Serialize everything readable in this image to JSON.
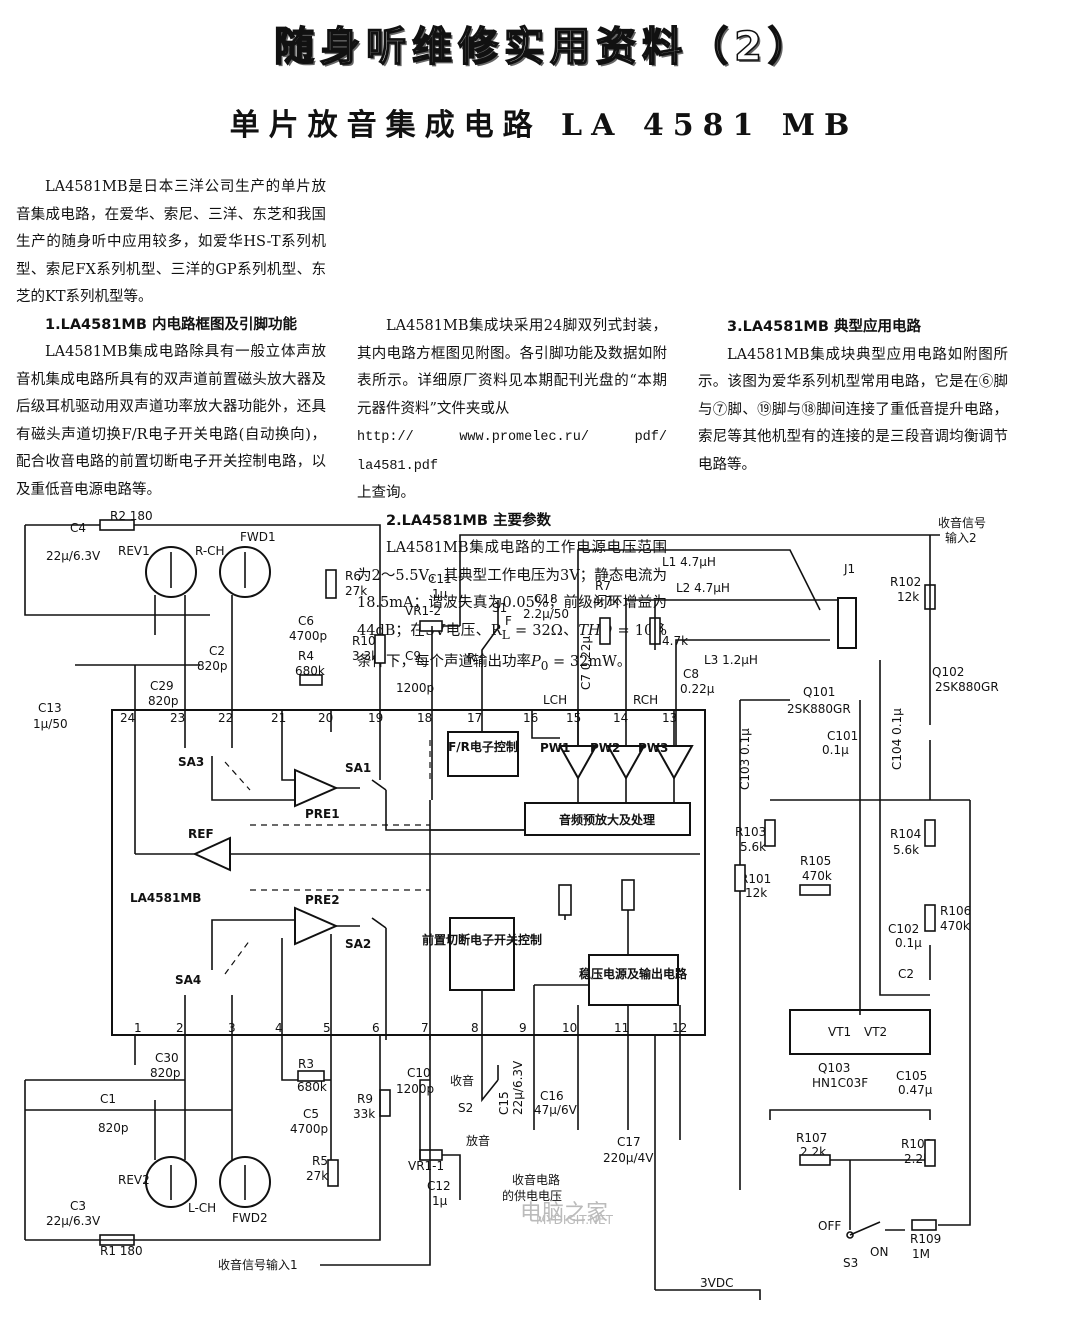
{
  "header": {
    "title": "随身听维修实用资料（2）",
    "subtitle": "单片放音集成电路 LA 4581 MB"
  },
  "article": {
    "p1": "LA4581MB是日本三洋公司生产的单片放音集成电路，在爱华、索尼、三洋、东芝和我国生产的随身听中应用较多，如爱华HS-T系列机型、索尼FX系列机型、三洋的GP系列机型、东芝的KT系列机型等。",
    "h1": "1.LA4581MB 内电路框图及引脚功能",
    "p2": "LA4581MB集成电路除具有一般立体声放音机集成电路所具有的双声道前置磁头放大器及后级耳机驱动用双声道功率放大器功能外，还具有磁头声道切换F/R电子开关电路(自动换向)，配合收音电路的前置切断电子开关控制电路，以及重低音电源电路等。",
    "p3": "LA4581MB集成块采用24脚双列式封装，其内电路方框图见附图。各引脚功能及数据如附表所示。详细原厂资料见本期配刊光盘的“本期元器件资料”文件夹或从",
    "url": "http:// www.promelec.ru/ pdf/ la4581.pdf",
    "p3b": "上查询。",
    "h2": "2.LA4581MB 主要参数",
    "p4": "LA4581MB集成电路的工作电源电压范围为2～5.5V，其典型工作电压为3V；静态电流为18.5mA；谐波失真为0.05%；前级闭环增益为44dB；在3V电压、R",
    "p4_sub": "L",
    "p4b": " = 32Ω、",
    "p4_thd": "THD",
    "p4c": " = 10%条件下，每个声道输出功率",
    "p4_p": "P",
    "p4_psub": "0",
    "p4d": " = 32mW。",
    "h3": "3.LA4581MB 典型应用电路",
    "p5": "LA4581MB集成块典型应用电路如附图所示。该图为爱华系列机型常用电路，它是在⑥脚与⑦脚、⑲脚与⑱脚间连接了重低音提升电路，索尼等其他机型有的连接的是三段音调均衡调节电路等。"
  },
  "schematic": {
    "chip_name": "LA4581MB",
    "blocks": {
      "fr": "F/R电子控制",
      "preamp": "音频预放大及处理",
      "cutoff": "前置切断电子开关控制",
      "regulator": "稳压电源及输出电路"
    },
    "amps": {
      "pre1": "PRE1",
      "pre2": "PRE2",
      "ref": "REF",
      "pw1": "PW1",
      "pw2": "PW2",
      "pw3": "PW3"
    },
    "switches": {
      "sa1": "SA1",
      "sa2": "SA2",
      "sa3": "SA3",
      "sa4": "SA4"
    },
    "pins_top": [
      "24",
      "23",
      "22",
      "21",
      "20",
      "19",
      "18",
      "17",
      "16",
      "15",
      "14",
      "13"
    ],
    "pins_bottom": [
      "1",
      "2",
      "3",
      "4",
      "5",
      "6",
      "7",
      "8",
      "9",
      "10",
      "11",
      "12"
    ],
    "labels": {
      "c4": "C4",
      "c4v": "22μ/6.3V",
      "r2": "R2 180",
      "rev1": "REV1",
      "rch": "R-CH",
      "fwd1": "FWD1",
      "r6": "R6",
      "r6v": "27k",
      "c6": "C6",
      "c6v": "4700p",
      "r4": "R4",
      "r4v": "680k",
      "c2": "C2",
      "c2v": "820p",
      "c29": "C29",
      "c29v": "820p",
      "c13": "C13",
      "c13v": "1μ/50",
      "r10": "R10",
      "r10v": "3.3k",
      "c11": "C11",
      "c11v": "1μ",
      "vr12": "VR1-2",
      "c9": "C9",
      "c9v": "1200p",
      "s1": "S1",
      "s1f": "F",
      "s1r": "R",
      "c18": "C18",
      "c18v": "2.2μ/50",
      "r7": "R7",
      "r7v": "4.7k",
      "c7": "C7 0.22μ",
      "lch": "LCH",
      "r8": "R8",
      "r8v": "4.7k",
      "c8": "C8",
      "c8v": "0.22μ",
      "rch2": "RCH",
      "l1": "L1 4.7μH",
      "l2": "L2 4.7μH",
      "l3": "L3 1.2μH",
      "j1": "J1",
      "radio_in2": "收音信号",
      "radio_in2b": "输入2",
      "r102": "R102",
      "r102v": "12k",
      "q102": "Q102",
      "q102v": "2SK880GR",
      "q101": "Q101",
      "q101v": "2SK880GR",
      "c101": "C101",
      "c101v": "0.1μ",
      "c103": "C103 0.1μ",
      "c104": "C104 0.1μ",
      "r103": "R103",
      "r103v": "5.6k",
      "r104": "R104",
      "r104v": "5.6k",
      "r101": "R101",
      "r101v": "12k",
      "r105": "R105",
      "r105v": "470k",
      "r106": "R106",
      "r106v": "470k",
      "c102": "C102",
      "c102v": "0.1μ",
      "c2b": "C2",
      "vt1": "VT1",
      "vt2": "VT2",
      "q103": "Q103",
      "q103v": "HN1C03F",
      "c105": "C105",
      "c105v": "0.47μ",
      "r107": "R107",
      "r107v": "2.2k",
      "r108": "R108",
      "r108v": "2.2k",
      "off": "OFF",
      "on": "ON",
      "s3": "S3",
      "r109": "R109",
      "r109v": "1M",
      "c30": "C30",
      "c30v": "820p",
      "c1": "C1",
      "c1v": "820p",
      "r3": "R3",
      "r3v": "680k",
      "c5": "C5",
      "c5v": "4700p",
      "r5": "R5",
      "r5v": "27k",
      "r9": "R9",
      "r9v": "33k",
      "c10": "C10",
      "c10v": "1200p",
      "vr11": "VR1-1",
      "c12": "C12",
      "c12v": "1μ",
      "radio": "收音",
      "play": "放音",
      "s2": "S2",
      "c15": "C15",
      "c15v": "22μ/6.3V",
      "c16": "C16",
      "c16v": "47μ/6V",
      "c17": "C17",
      "c17v": "220μ/4V",
      "radio_power": "收音电路",
      "radio_power2": "的供电电压",
      "rev2": "REV2",
      "lch2": "L-CH",
      "fwd2": "FWD2",
      "c3": "C3",
      "c3v": "22μ/6.3V",
      "r1": "R1 180",
      "radio_in1": "收音信号输入1",
      "vdc": "3VDC",
      "watermark": "电脑之家",
      "watermark2": "MYDIGIT.NET"
    }
  }
}
